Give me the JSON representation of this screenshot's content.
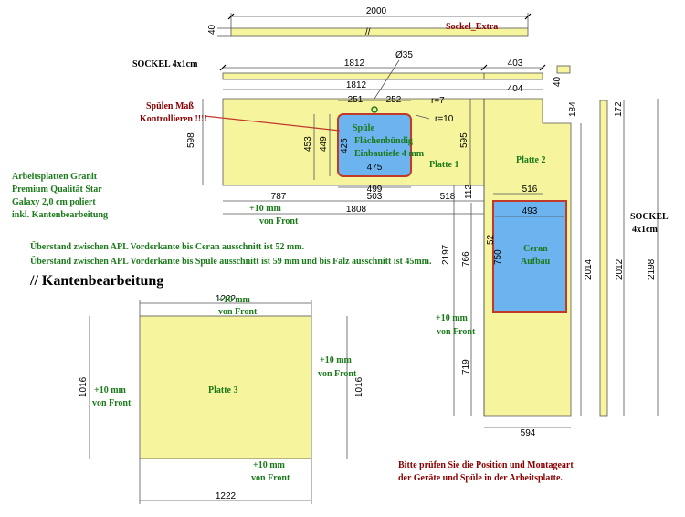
{
  "colors": {
    "plate": "#f6f49c",
    "cutout": "#6cb4ef",
    "outline_red": "#c0392b",
    "note_green": "#1a7a1a",
    "note_red": "#8b0000"
  },
  "labels": {
    "sockel_extra": "Sockel_Extra",
    "sockel_top": "SOCKEL 4x1cm",
    "sockel_right_1": "SOCKEL",
    "sockel_right_2": "4x1cm",
    "spuelen_mass_1": "Spülen Maß",
    "spuelen_mass_2": "Kontrollieren !!!!",
    "spuele_1": "Spüle",
    "spuele_2": "Flächenbündig",
    "spuele_3": "Einbautiefe 4 mm",
    "platte_1": "Platte 1",
    "platte_2": "Platte 2",
    "platte_3": "Platte 3",
    "ceran_1": "Ceran",
    "ceran_2": "Aufbau",
    "material_1": "Arbeitsplatten Granit",
    "material_2": "Premium Qualität Star",
    "material_3": "Galaxy 2,0 cm poliert",
    "material_4": "inkl. Kantenbearbeitung",
    "front_p1_1": "+10 mm",
    "front_p1_2": "von Front",
    "front_p2_1": "+10 mm",
    "front_p2_2": "von Front",
    "front_p3_top_1": "+10 mm",
    "front_p3_top_2": "von Front",
    "front_p3_left_1": "+10 mm",
    "front_p3_left_2": "von Front",
    "front_p3_right_1": "+10 mm",
    "front_p3_right_2": "von Front",
    "front_p3_bottom_1": "+10 mm",
    "front_p3_bottom_2": "von Front",
    "ueberstand_1": "Überstand zwischen APL Vorderkante bis Ceran ausschnitt ist 52 mm.",
    "ueberstand_2": "Überstand zwischen APL Vorderkante bis Spüle ausschnitt ist 59 mm und bis Falz ausschnitt ist 45mm.",
    "kanten_heading": "// Kantenbearbeitung",
    "bitte_1": "Bitte prüfen Sie die Position und Montageart",
    "bitte_2": "der Geräte und Spüle in der Arbeitsplatte."
  },
  "dims": {
    "d2000": "2000",
    "d40a": "40",
    "d1812a": "1812",
    "d403": "403",
    "d40b": "40",
    "d35": "Ø35",
    "d1812b": "1812",
    "d404": "404",
    "d251": "251",
    "d252": "252",
    "r7": "r=7",
    "r10": "r=10",
    "d184": "184",
    "d172": "172",
    "d598": "598",
    "d453": "453",
    "d449": "449",
    "d425": "425",
    "d475": "475",
    "d595": "595",
    "d499": "499",
    "d787": "787",
    "d503": "503",
    "d518": "518",
    "d112": "112",
    "d516": "516",
    "d1808": "1808",
    "d493": "493",
    "d52": "52",
    "d750": "750",
    "d2197": "2197",
    "d766": "766",
    "d2014": "2014",
    "d2012": "2012",
    "d2198": "2198",
    "d719": "719",
    "d594": "594",
    "d1222a": "1222",
    "d1016a": "1016",
    "d1016b": "1016",
    "d1222b": "1222"
  }
}
